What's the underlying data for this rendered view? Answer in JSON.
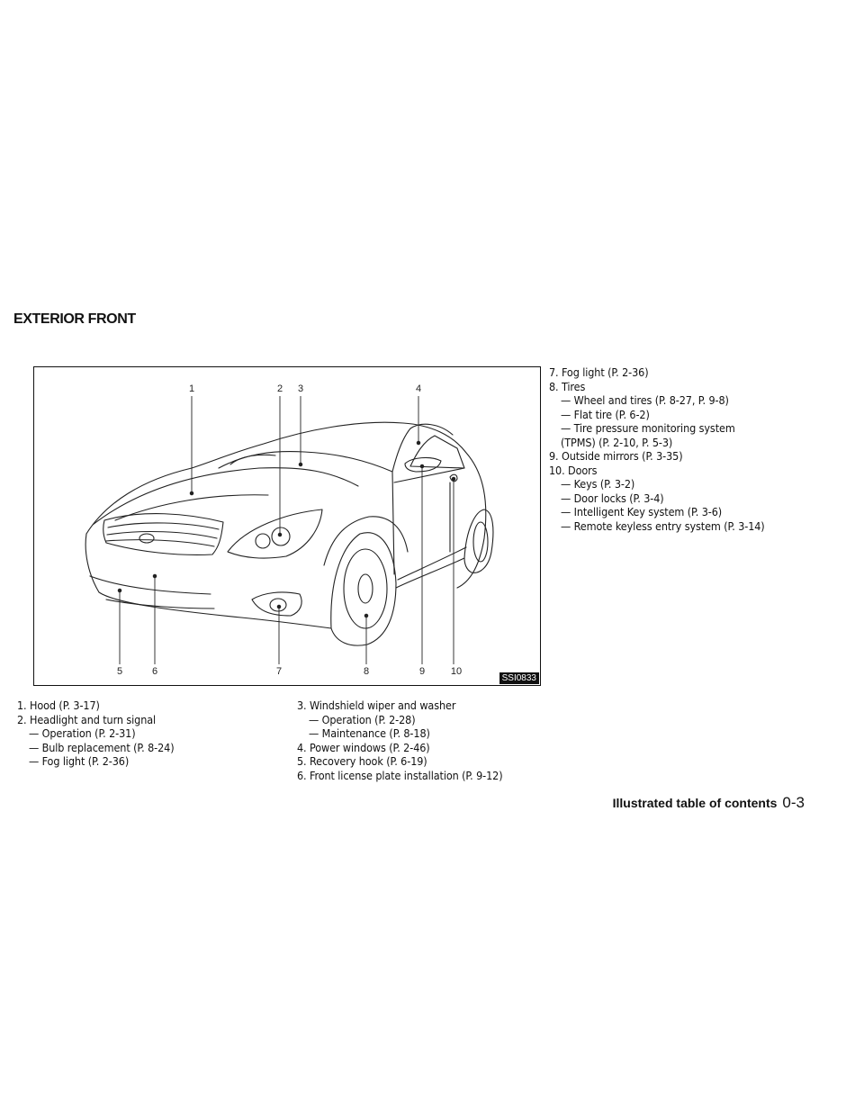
{
  "section_title": "EXTERIOR FRONT",
  "figure": {
    "code": "SSI0833",
    "callouts": [
      "1",
      "2",
      "3",
      "4",
      "5",
      "6",
      "7",
      "8",
      "9",
      "10"
    ]
  },
  "column1": [
    {
      "kind": "item",
      "text": "1. Hood (P. 3-17)"
    },
    {
      "kind": "item",
      "text": "2. Headlight and turn signal"
    },
    {
      "kind": "sub",
      "text": "— Operation (P. 2-31)"
    },
    {
      "kind": "sub",
      "text": "— Bulb replacement (P. 8-24)"
    },
    {
      "kind": "sub",
      "text": "— Fog light (P. 2-36)"
    }
  ],
  "column2": [
    {
      "kind": "item",
      "text": "3. Windshield wiper and washer"
    },
    {
      "kind": "sub",
      "text": "— Operation (P. 2-28)"
    },
    {
      "kind": "sub",
      "text": "— Maintenance (P. 8-18)"
    },
    {
      "kind": "item",
      "text": "4. Power windows (P. 2-46)"
    },
    {
      "kind": "item",
      "text": "5. Recovery hook (P. 6-19)"
    },
    {
      "kind": "item",
      "text": "6. Front license plate installation (P. 9-12)"
    }
  ],
  "column3": [
    {
      "kind": "item",
      "text": "7. Fog light (P. 2-36)"
    },
    {
      "kind": "item",
      "text": "8. Tires"
    },
    {
      "kind": "sub",
      "text": "— Wheel and tires (P. 8-27, P. 9-8)"
    },
    {
      "kind": "sub",
      "text": "— Flat tire (P. 6-2)"
    },
    {
      "kind": "sub",
      "text": "— Tire pressure monitoring system"
    },
    {
      "kind": "cont",
      "text": "(TPMS) (P. 2-10, P. 5-3)"
    },
    {
      "kind": "item",
      "text": "9. Outside mirrors (P. 3-35)"
    },
    {
      "kind": "item",
      "text": "10. Doors"
    },
    {
      "kind": "sub",
      "text": "— Keys (P. 3-2)"
    },
    {
      "kind": "sub",
      "text": "— Door locks (P. 3-4)"
    },
    {
      "kind": "sub",
      "text": "— Intelligent Key system (P. 3-6)"
    },
    {
      "kind": "sub",
      "text": "— Remote keyless entry system (P. 3-14)"
    }
  ],
  "footer": {
    "label": "Illustrated table of contents",
    "page": "0-3"
  }
}
